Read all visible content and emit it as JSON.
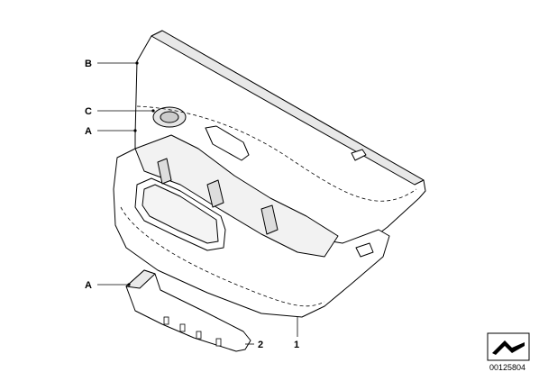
{
  "labels": {
    "b": "B",
    "c": "C",
    "a_top": "A",
    "a_bottom": "A",
    "num_1": "1",
    "num_2": "2"
  },
  "catalog_number": "00125804"
}
